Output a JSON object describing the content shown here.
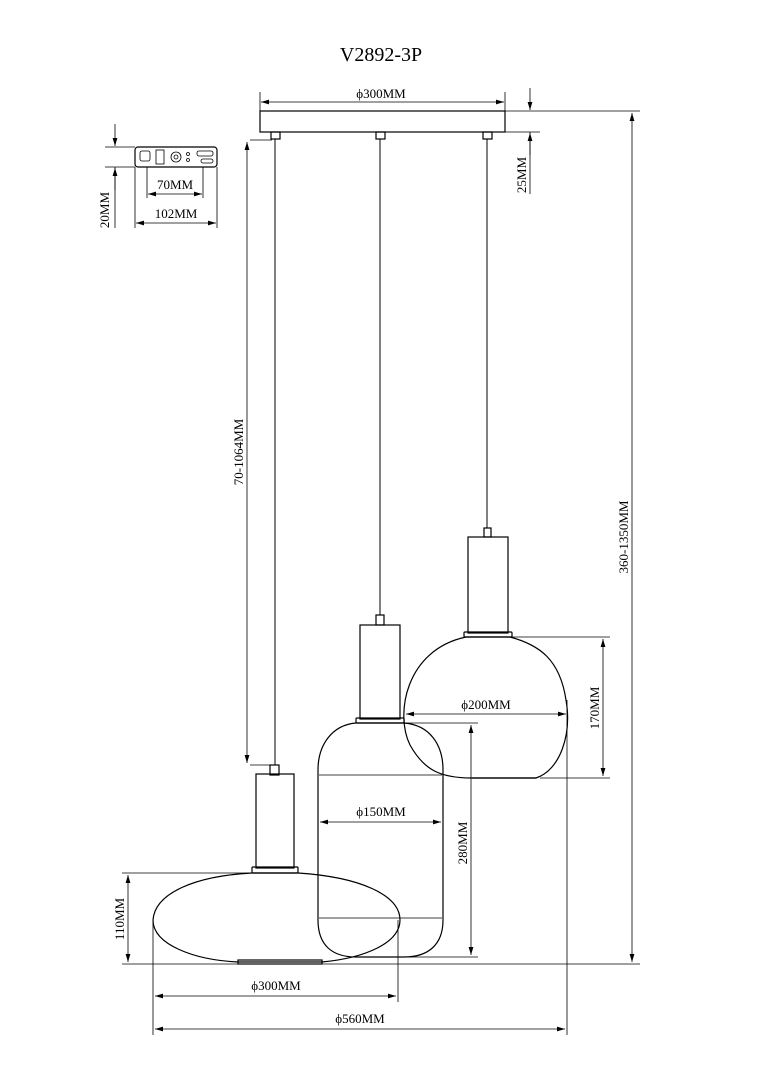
{
  "title": "V2892-3P",
  "dimensions": {
    "canopy_diameter": "ϕ300MM",
    "canopy_height": "25MM",
    "bracket_inner": "70MM",
    "bracket_outer": "102MM",
    "bracket_height": "20MM",
    "cord_length": "70-1064MM",
    "total_height": "360-1350MM",
    "globe_height": "170MM",
    "globe_diameter": "ϕ200MM",
    "capsule_diameter": "ϕ150MM",
    "capsule_height": "280MM",
    "oval_height": "110MM",
    "oval_diameter": "ϕ300MM",
    "overall_diameter": "ϕ560MM"
  },
  "colors": {
    "line": "#000000",
    "background": "#ffffff"
  }
}
